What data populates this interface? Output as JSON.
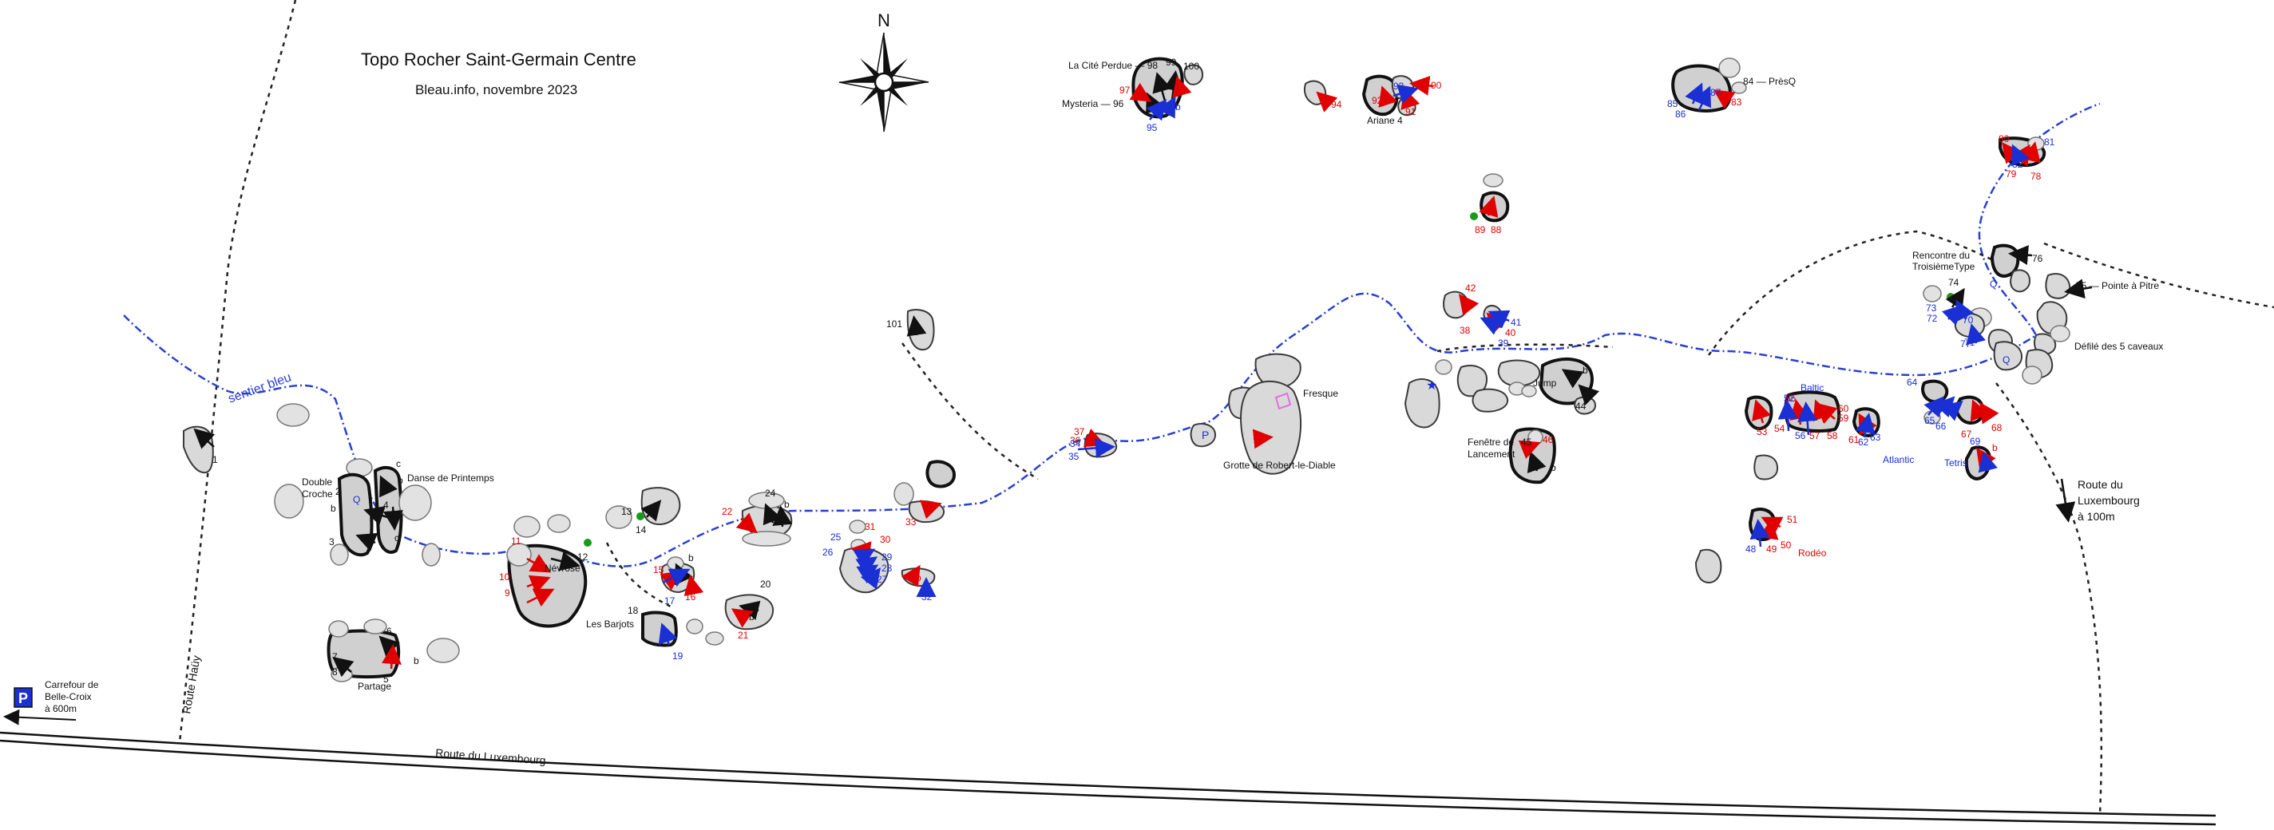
{
  "title": "Topo Rocher Saint-Germain Centre",
  "subtitle": "Bleau.info, novembre 2023",
  "north_label": "N",
  "roads": {
    "luxembourg": "Route du Luxembourg",
    "hauy": "Route Haüy",
    "luxembourg_right": [
      "Route du",
      "Luxembourg",
      "à 100m"
    ]
  },
  "trail_label": "sentier bleu",
  "parking": {
    "icon": "P",
    "label": [
      "Carrefour de",
      "Belle-Croix",
      "à 600m"
    ]
  },
  "places": {
    "grotte": "Grotte de Robert-le-Diable",
    "fresque": "Fresque",
    "cave_p": "P",
    "defile": "Défilé des 5 caveaux",
    "rencontre": [
      "Rencontre du",
      "TroisièmeType"
    ],
    "pointe": "75 — Pointe à Pitre",
    "fenetre": [
      "Fenêtre de",
      "Lancement"
    ],
    "partage": "Partage",
    "nevrose": "Névrose",
    "barjots": "Les Barjots",
    "double_croche": [
      "Double",
      "Croche"
    ],
    "danse": "Danse de Printemps",
    "ariane": "Ariane 4",
    "cite_perdue": "La Cité Perdue — 98",
    "mysteria": "Mysteria — 96",
    "presq": "84 — PrèsQ",
    "jump": "Jump",
    "baltic": "Baltic",
    "atlantic": "Atlantic",
    "tetris": "Tetris",
    "rodeo": "Rodéo"
  },
  "colors": {
    "blue_route": "#1a2fd4",
    "red_route": "#e00000",
    "black_route": "#111111",
    "rock_fill": "#d9d9d9",
    "trail": "#2a3fd0",
    "pink_marker": "#e070e0",
    "green_marker": "#1a9a1a"
  },
  "route_numbers": {
    "black": [
      {
        "n": "1"
      },
      {
        "n": "2"
      },
      {
        "n": "3"
      },
      {
        "n": "4"
      },
      {
        "n": "5"
      },
      {
        "n": "6"
      },
      {
        "n": "7"
      },
      {
        "n": "8"
      },
      {
        "n": "12"
      },
      {
        "n": "13"
      },
      {
        "n": "14"
      },
      {
        "n": "18"
      },
      {
        "n": "20"
      },
      {
        "n": "24"
      },
      {
        "n": "44"
      },
      {
        "n": "45"
      },
      {
        "n": "74"
      },
      {
        "n": "76"
      },
      {
        "n": "99"
      },
      {
        "n": "100"
      },
      {
        "n": "101"
      },
      {
        "n": "b"
      },
      {
        "n": "c"
      },
      {
        "n": "b"
      },
      {
        "n": "b"
      },
      {
        "n": "c"
      },
      {
        "n": "b"
      },
      {
        "n": "b"
      },
      {
        "n": "b"
      },
      {
        "n": "b"
      },
      {
        "n": "b"
      }
    ],
    "red": [
      {
        "n": "5"
      },
      {
        "n": "9"
      },
      {
        "n": "10"
      },
      {
        "n": "11"
      },
      {
        "n": "15"
      },
      {
        "n": "16"
      },
      {
        "n": "21"
      },
      {
        "n": "22"
      },
      {
        "n": "30"
      },
      {
        "n": "31"
      },
      {
        "n": "33"
      },
      {
        "n": "36"
      },
      {
        "n": "37"
      },
      {
        "n": "38"
      },
      {
        "n": "40"
      },
      {
        "n": "42"
      },
      {
        "n": "46"
      },
      {
        "n": "49"
      },
      {
        "n": "50"
      },
      {
        "n": "51"
      },
      {
        "n": "53"
      },
      {
        "n": "54"
      },
      {
        "n": "55"
      },
      {
        "n": "57"
      },
      {
        "n": "58"
      },
      {
        "n": "59"
      },
      {
        "n": "60"
      },
      {
        "n": "61"
      },
      {
        "n": "67"
      },
      {
        "n": "68"
      },
      {
        "n": "78"
      },
      {
        "n": "79"
      },
      {
        "n": "80"
      },
      {
        "n": "83"
      },
      {
        "n": "88"
      },
      {
        "n": "89"
      },
      {
        "n": "90"
      },
      {
        "n": "91"
      },
      {
        "n": "92"
      },
      {
        "n": "94"
      },
      {
        "n": "97"
      },
      {
        "n": "b"
      },
      {
        "n": "b"
      }
    ],
    "blue": [
      {
        "n": "17"
      },
      {
        "n": "19"
      },
      {
        "n": "25"
      },
      {
        "n": "26"
      },
      {
        "n": "27"
      },
      {
        "n": "28"
      },
      {
        "n": "29"
      },
      {
        "n": "32"
      },
      {
        "n": "34"
      },
      {
        "n": "35"
      },
      {
        "n": "39"
      },
      {
        "n": "41"
      },
      {
        "n": "48"
      },
      {
        "n": "52"
      },
      {
        "n": "56"
      },
      {
        "n": "62"
      },
      {
        "n": "63"
      },
      {
        "n": "64"
      },
      {
        "n": "65"
      },
      {
        "n": "66"
      },
      {
        "n": "69"
      },
      {
        "n": "70"
      },
      {
        "n": "71"
      },
      {
        "n": "72"
      },
      {
        "n": "73"
      },
      {
        "n": "77"
      },
      {
        "n": "81"
      },
      {
        "n": "82"
      },
      {
        "n": "85"
      },
      {
        "n": "86"
      },
      {
        "n": "87"
      },
      {
        "n": "93"
      },
      {
        "n": "95"
      },
      {
        "n": "Q"
      },
      {
        "n": "Q"
      },
      {
        "n": "Q"
      },
      {
        "n": "b"
      }
    ]
  }
}
